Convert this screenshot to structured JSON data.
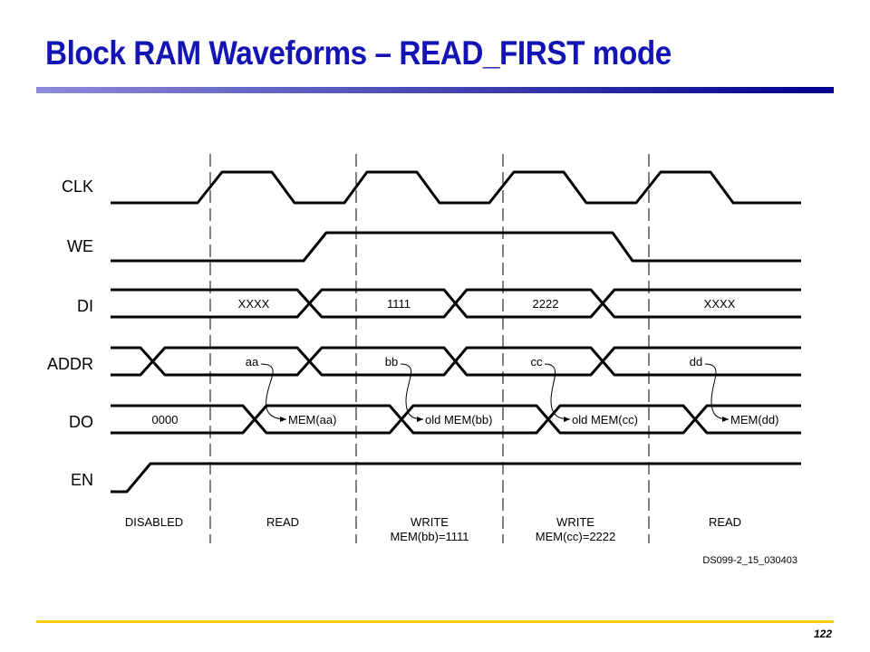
{
  "slide": {
    "title": "Block RAM Waveforms – READ_FIRST mode",
    "page_number": "122",
    "colors": {
      "title": "#1414b4",
      "title_rule_from": "#8c8cdc",
      "title_rule_to": "#00008c",
      "footer_rule": "#ffcc00"
    }
  },
  "diagram": {
    "signals": {
      "clk": "CLK",
      "we": "WE",
      "di": "DI",
      "addr": "ADDR",
      "do": "DO",
      "en": "EN"
    },
    "di_values": [
      "XXXX",
      "1111",
      "2222",
      "XXXX"
    ],
    "addr_values": [
      "aa",
      "bb",
      "cc",
      "dd"
    ],
    "do_values": [
      "0000",
      "MEM(aa)",
      "old MEM(bb)",
      "old MEM(cc)",
      "MEM(dd)"
    ],
    "phases": [
      {
        "line1": "DISABLED",
        "line2": ""
      },
      {
        "line1": "READ",
        "line2": ""
      },
      {
        "line1": "WRITE",
        "line2": "MEM(bb)=1111"
      },
      {
        "line1": "WRITE",
        "line2": "MEM(cc)=2222"
      },
      {
        "line1": "READ",
        "line2": ""
      }
    ],
    "doc_id": "DS099-2_15_030403"
  }
}
